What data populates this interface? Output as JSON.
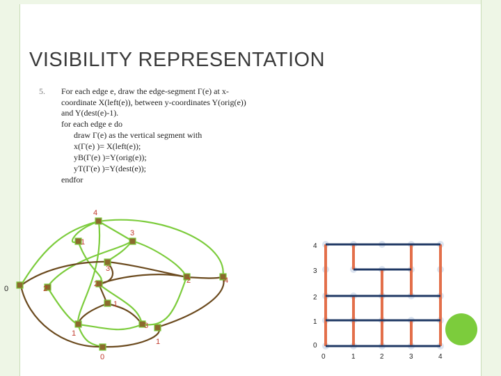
{
  "slide": {
    "title": "VISIBILITY REPRESENTATION",
    "item_number": "5.",
    "paragraph_lines": [
      "For each edge e, draw the edge-segment Γ(e) at x-",
      "coordinate X(left(e)), between y-coordinates Y(orig(e))",
      "and Y(dest(e)-1)."
    ],
    "code_lines": [
      "for each edge e do",
      "draw Γ(e) as the vertical segment with",
      "x(Γ(e) )= X(left(e));",
      "yB(Γ(e) )=Y(orig(e));",
      "yT(Γ(e) )=Y(dest(e));",
      "endfor"
    ]
  },
  "graph": {
    "vertex_labels": [
      "4",
      "3",
      "1",
      "3",
      "0",
      "2",
      "2",
      "2",
      "4",
      "1",
      "3",
      "1",
      "1",
      "0"
    ]
  },
  "visibility": {
    "y_labels": [
      "4",
      "3",
      "2",
      "1",
      "0"
    ],
    "x_labels": [
      "0",
      "1",
      "2",
      "3",
      "4"
    ]
  },
  "colors": {
    "edge_green": "#7ccc3c",
    "vertex_brown": "#8b6a2e",
    "label_red": "#c0392b",
    "segment_orange": "#e36f4a",
    "bar_navy": "#1f3864",
    "frame_green": "#eef6e6"
  }
}
